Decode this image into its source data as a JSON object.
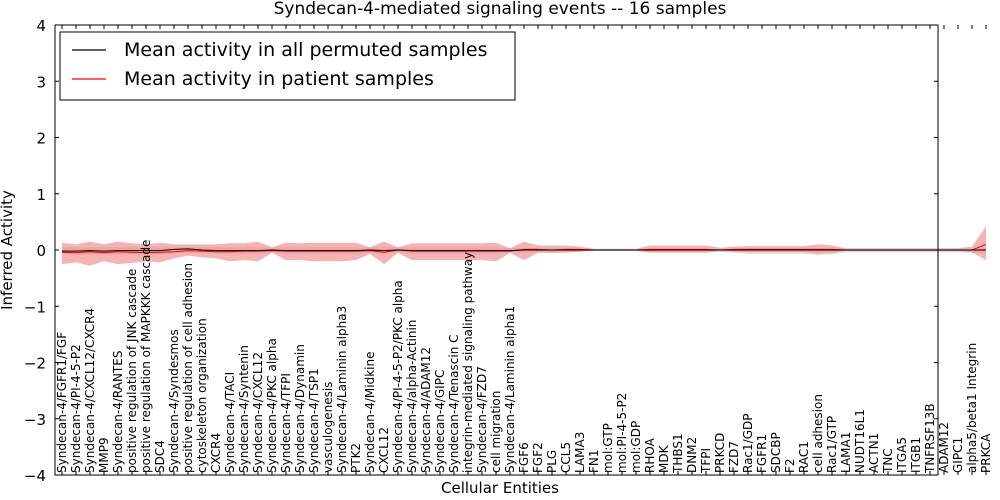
{
  "chart_data": {
    "type": "line",
    "title": "Syndecan-4-mediated signaling events -- 16 samples",
    "xlabel": "Cellular Entities",
    "ylabel": "Inferred Activity",
    "ylim": [
      -4,
      4
    ],
    "yticks": [
      "−4",
      "−3",
      "−2",
      "−1",
      "0",
      "1",
      "2",
      "3",
      "4"
    ],
    "grid": false,
    "legend_position": "top-left",
    "categories": [
      "Syndecan-4/FGFR1/FGF",
      "Syndecan-4/PI-4-5-P2",
      "Syndecan-4/CXCL12/CXCR4",
      "MMP9",
      "Syndecan-4/RANTES",
      "positive regulation of JNK cascade",
      "positive regulation of MAPKKK cascade",
      "SDC4",
      "Syndecan-4/Syndesmos",
      "positive regulation of cell adhesion",
      "cytoskeleton organization",
      "CXCR4",
      "Syndecan-4/TACI",
      "Syndecan-4/Syntenin",
      "Syndecan-4/CXCL12",
      "Syndecan-4/PKC alpha",
      "Syndecan-4/TFPI",
      "Syndecan-4/Dynamin",
      "Syndecan-4/TSP1",
      "vasculogenesis",
      "Syndecan-4/Laminin alpha3",
      "PTK2",
      "Syndecan-4/Midkine",
      "CXCL12",
      "Syndecan-4/PI-4-5-P2/PKC alpha",
      "Syndecan-4/alpha-Actinin",
      "Syndecan-4/ADAM12",
      "Syndecan-4/GIPC",
      "Syndecan-4/Tenascin C",
      "integrin-mediated signaling pathway",
      "Syndecan-4/FZD7",
      "cell migration",
      "Syndecan-4/Laminin alpha1",
      "FGF6",
      "FGF2",
      "PLG",
      "CCL5",
      "LAMA3",
      "FN1",
      "mol:GTP",
      "mol:PI-4-5-P2",
      "mol:GDP",
      "RHOA",
      "MDK",
      "THBS1",
      "DNM2",
      "TFPI",
      "PRKCD",
      "FZD7",
      "Rac1/GDP",
      "FGFR1",
      "SDCBP",
      "F2",
      "RAC1",
      "cell adhesion",
      "Rac1/GTP",
      "LAMA1",
      "NUDT16L1",
      "ACTN1",
      "TNC",
      "ITGA5",
      "ITGB1",
      "TNFRSF13B",
      "ADAM12",
      "GIPC1",
      "alpha5/beta1 Integrin",
      "PRKCA"
    ],
    "series": [
      {
        "name": "Mean activity in all permuted samples",
        "color": "#000000",
        "values": [
          -0.02,
          -0.02,
          -0.01,
          -0.02,
          -0.01,
          -0.01,
          -0.01,
          -0.01,
          0.01,
          0.02,
          0.0,
          -0.01,
          -0.01,
          -0.01,
          -0.01,
          0.0,
          -0.01,
          -0.01,
          -0.01,
          -0.01,
          -0.01,
          -0.01,
          0.0,
          -0.01,
          0.0,
          -0.01,
          -0.01,
          -0.01,
          -0.01,
          -0.01,
          -0.01,
          -0.01,
          -0.01,
          0.0,
          0.0,
          0.0,
          0.0,
          0.0,
          0.0,
          0.0,
          0.0,
          0.0,
          0.0,
          0.0,
          0.0,
          0.0,
          0.0,
          0.0,
          0.0,
          0.0,
          0.0,
          0.0,
          0.0,
          0.0,
          0.0,
          0.0,
          0.0,
          0.0,
          0.0,
          0.0,
          0.0,
          0.0,
          0.0,
          0.0,
          0.0,
          0.0,
          0.0
        ]
      },
      {
        "name": "Mean activity in patient samples",
        "color": "#ff0000",
        "band_color": "#f08080",
        "values": [
          -0.04,
          -0.05,
          -0.03,
          -0.05,
          -0.03,
          -0.04,
          -0.05,
          -0.04,
          -0.03,
          -0.01,
          -0.02,
          -0.03,
          -0.03,
          -0.02,
          -0.02,
          -0.01,
          -0.02,
          -0.02,
          -0.02,
          -0.02,
          -0.02,
          -0.02,
          -0.01,
          -0.04,
          0.0,
          -0.02,
          -0.02,
          -0.02,
          -0.02,
          -0.02,
          -0.02,
          -0.02,
          -0.02,
          0.01,
          0.01,
          0.0,
          0.01,
          0.01,
          0.0,
          0.0,
          0.0,
          0.0,
          0.01,
          0.01,
          0.01,
          0.01,
          0.01,
          0.0,
          0.01,
          0.01,
          0.01,
          0.01,
          0.01,
          0.01,
          0.01,
          0.01,
          0.0,
          0.0,
          0.0,
          0.0,
          0.0,
          0.0,
          0.0,
          0.0,
          0.0,
          0.0,
          0.1
        ],
        "upper": [
          0.13,
          0.1,
          0.15,
          0.1,
          0.15,
          0.12,
          0.1,
          0.13,
          0.1,
          0.1,
          0.1,
          0.1,
          0.12,
          0.12,
          0.15,
          0.05,
          0.13,
          0.12,
          0.13,
          0.13,
          0.13,
          0.13,
          0.05,
          0.15,
          0.05,
          0.12,
          0.12,
          0.12,
          0.12,
          0.12,
          0.12,
          0.13,
          0.03,
          0.15,
          0.08,
          0.08,
          0.08,
          0.06,
          0.02,
          0.02,
          0.02,
          0.02,
          0.08,
          0.08,
          0.08,
          0.08,
          0.08,
          0.04,
          0.06,
          0.07,
          0.07,
          0.07,
          0.07,
          0.07,
          0.1,
          0.08,
          0.03,
          0.03,
          0.03,
          0.03,
          0.03,
          0.03,
          0.03,
          0.03,
          0.03,
          0.06,
          0.42
        ],
        "lower": [
          -0.25,
          -0.22,
          -0.28,
          -0.2,
          -0.25,
          -0.23,
          -0.2,
          -0.22,
          -0.15,
          -0.1,
          -0.13,
          -0.15,
          -0.2,
          -0.18,
          -0.2,
          -0.05,
          -0.18,
          -0.18,
          -0.2,
          -0.2,
          -0.2,
          -0.18,
          -0.07,
          -0.25,
          -0.05,
          -0.18,
          -0.18,
          -0.18,
          -0.18,
          -0.18,
          -0.18,
          -0.2,
          -0.05,
          -0.18,
          -0.05,
          -0.05,
          -0.05,
          -0.03,
          -0.01,
          -0.01,
          -0.01,
          -0.01,
          -0.05,
          -0.05,
          -0.05,
          -0.05,
          -0.05,
          -0.02,
          -0.03,
          -0.04,
          -0.04,
          -0.04,
          -0.04,
          -0.04,
          -0.06,
          -0.05,
          -0.02,
          -0.02,
          -0.02,
          -0.02,
          -0.02,
          -0.02,
          -0.02,
          -0.02,
          -0.02,
          -0.04,
          -0.18
        ]
      }
    ],
    "permuted_band": {
      "color": "#c8c8c8",
      "upper": [
        0.05,
        0.05,
        0.05,
        0.05,
        0.05,
        0.05,
        0.05,
        0.05,
        0.05,
        0.05,
        0.05,
        0.05,
        0.05,
        0.05,
        0.05,
        0.04,
        0.05,
        0.05,
        0.05,
        0.05,
        0.05,
        0.05,
        0.04,
        0.05,
        0.04,
        0.05,
        0.05,
        0.05,
        0.05,
        0.05,
        0.05,
        0.05,
        0.03,
        0.04,
        0.03,
        0.03,
        0.03,
        0.02,
        0.02,
        0.02,
        0.02,
        0.02,
        0.02,
        0.02,
        0.02,
        0.02,
        0.02,
        0.02,
        0.02,
        0.03,
        0.03,
        0.03,
        0.03,
        0.03,
        0.03,
        0.03,
        0.02,
        0.02,
        0.02,
        0.02,
        0.02,
        0.02,
        0.02,
        0.02,
        0.02,
        0.02,
        0.04
      ],
      "lower": [
        -0.08,
        -0.08,
        -0.08,
        -0.08,
        -0.08,
        -0.08,
        -0.08,
        -0.08,
        -0.06,
        -0.05,
        -0.06,
        -0.07,
        -0.07,
        -0.07,
        -0.07,
        -0.04,
        -0.07,
        -0.07,
        -0.07,
        -0.07,
        -0.07,
        -0.07,
        -0.05,
        -0.08,
        -0.04,
        -0.07,
        -0.07,
        -0.07,
        -0.07,
        -0.07,
        -0.07,
        -0.07,
        -0.04,
        -0.05,
        -0.04,
        -0.04,
        -0.04,
        -0.03,
        -0.02,
        -0.02,
        -0.02,
        -0.02,
        -0.04,
        -0.04,
        -0.04,
        -0.04,
        -0.04,
        -0.03,
        -0.05,
        -0.07,
        -0.07,
        -0.07,
        -0.07,
        -0.07,
        -0.09,
        -0.08,
        -0.04,
        -0.04,
        -0.04,
        -0.04,
        -0.04,
        -0.04,
        -0.04,
        -0.04,
        -0.04,
        -0.05,
        -0.06
      ]
    }
  }
}
